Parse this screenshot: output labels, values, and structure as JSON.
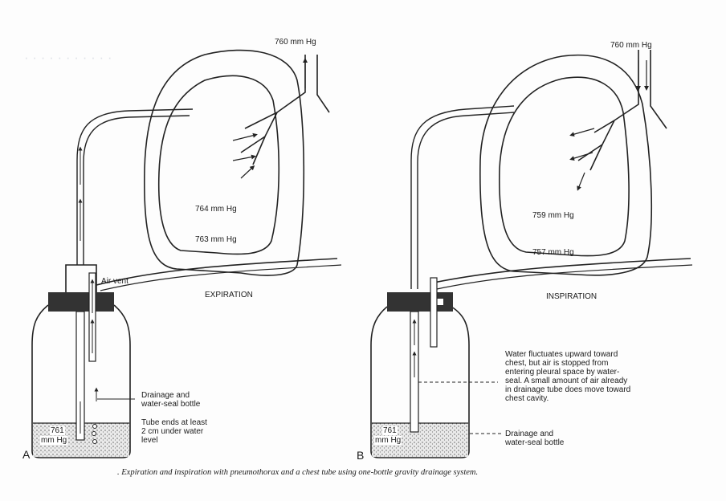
{
  "panel_a": {
    "letter": "A",
    "pressure_top": "760 mm Hg",
    "pressure_pleural_inner": "764 mm Hg",
    "pressure_pleural_outer": "763 mm Hg",
    "label_air_vent": "Air vent",
    "label_phase": "EXPIRATION",
    "bottle_pressure_line1": "761",
    "bottle_pressure_line2": "mm Hg",
    "label_bottle_line1": "Drainage and",
    "label_bottle_line2": "water-seal bottle",
    "label_tube_line1": "Tube ends at least",
    "label_tube_line2": "2 cm under water",
    "label_tube_line3": "level"
  },
  "panel_b": {
    "letter": "B",
    "pressure_top": "760 mm Hg",
    "pressure_pleural_inner": "759 mm Hg",
    "pressure_pleural_outer": "757 mm Hg",
    "label_phase": "INSPIRATION",
    "bottle_pressure_line1": "761",
    "bottle_pressure_line2": "mm Hg",
    "note_line1": "Water fluctuates upward toward",
    "note_line2": "chest, but air is stopped from",
    "note_line3": "entering pleural space by water-",
    "note_line4": "seal. A small amount of air already",
    "note_line5": "in drainage tube does move toward",
    "note_line6": "chest cavity.",
    "label_bottle_line1": "Drainage and",
    "label_bottle_line2": "water-seal bottle"
  },
  "caption": ". Expiration and inspiration with pneumothorax and a chest tube using one-bottle gravity drainage system."
}
